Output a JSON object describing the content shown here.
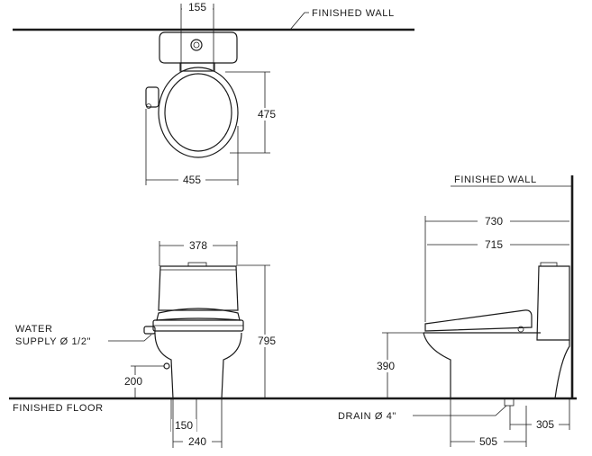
{
  "labels": {
    "finished_wall_top": "FINISHED  WALL",
    "finished_wall_side": "FINISHED  WALL",
    "finished_floor": "FINISHED  FLOOR",
    "water_supply_line1": "WATER",
    "water_supply_line2": "SUPPLY Ø 1/2\"",
    "drain": "DRAIN Ø 4\""
  },
  "dimensions": {
    "top_inlet_width": "155",
    "top_seat_depth": "475",
    "top_overall_width": "455",
    "front_tank_width": "378",
    "front_overall_height": "795",
    "front_supply_height": "200",
    "front_outlet_width": "150",
    "front_base_width": "240",
    "side_overall_depth": "730",
    "side_tank_depth": "715",
    "side_rim_height": "390",
    "side_drain_offset": "305",
    "side_base_depth": "505"
  }
}
